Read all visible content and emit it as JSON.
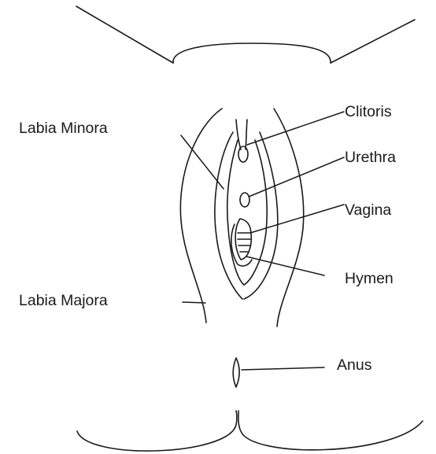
{
  "labels": {
    "labia_minora": "Labia Minora",
    "labia_majora": "Labia Majora",
    "clitoris": "Clitoris",
    "urethra": "Urethra",
    "vagina": "Vagina",
    "hymen": "Hymen",
    "anus": "Anus"
  },
  "colors": {
    "line": "#1a1a1a",
    "background": "#ffffff"
  }
}
